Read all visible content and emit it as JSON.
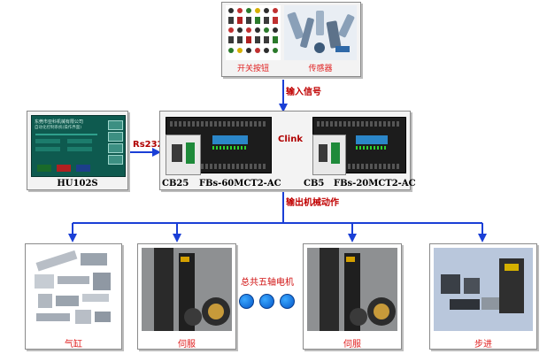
{
  "inputs": {
    "switch_caption": "开关按钮",
    "sensor_caption": "传感器"
  },
  "arrows": {
    "input_signal": "输入信号",
    "output_motion": "输出机械动作",
    "rs232": "Rs232",
    "clink": "Clink"
  },
  "hmi": {
    "model": "HU102S",
    "screen_title": "东莞市亚科机械有限公司",
    "screen_subtitle": "自动化控制系统(操作界面)"
  },
  "plc_main": {
    "board": "CB25",
    "model": "FBs-60MCT2-AC"
  },
  "plc_ext": {
    "board": "CB5",
    "model": "FBs-20MCT2-AC"
  },
  "outputs": {
    "cylinder_caption": "气缸",
    "servo1_caption": "伺服",
    "five_axis": "总共五轴电机",
    "servo2_caption": "伺服",
    "stepper_caption": "步进"
  },
  "colors": {
    "line_blue": "#1a3fd6",
    "label_red": "#c00000",
    "hmi_screen": "#0e5a4f",
    "plc_body": "#1c1c1c"
  }
}
